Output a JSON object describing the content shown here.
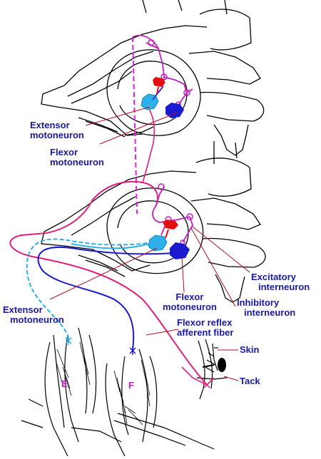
{
  "labels": {
    "extensor_motoneuron_top": [
      "Extensor",
      "motoneuron"
    ],
    "flexor_motoneuron_top": [
      "Flexor",
      "motoneuron"
    ],
    "excitatory_interneuron": [
      "Excitatory",
      "interneuron"
    ],
    "inhibitory_interneuron": [
      "Inhibitory",
      "interneuron"
    ],
    "flexor_motoneuron_mid": [
      "Flexor",
      "motoneuron"
    ],
    "extensor_motoneuron_bottom": [
      "Extensor",
      "motoneuron"
    ],
    "flexor_reflex_afferent": [
      "Flexor reflex",
      "afferent fiber"
    ],
    "skin": "Skin",
    "tack": "Tack",
    "muscle_e": "E",
    "muscle_f": "F"
  },
  "colors": {
    "afferent": "#e0207a",
    "interneuron": "#c020c0",
    "extensor": "#30b0e8",
    "flexor": "#1a1ad0",
    "inhibitory": "#e01010",
    "label_blue": "#1a1aa0",
    "label_red": "#b01020"
  }
}
